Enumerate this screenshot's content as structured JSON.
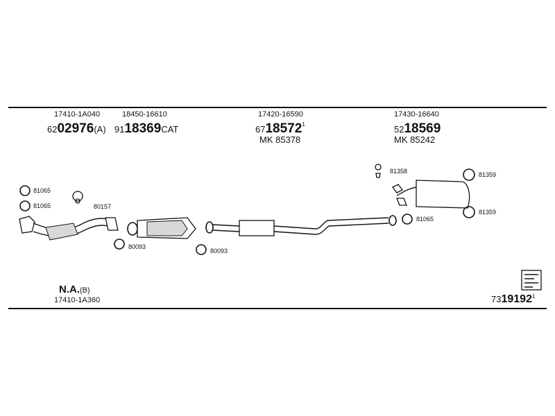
{
  "parts": {
    "manifold_pipe": {
      "oe": "17410-1A040",
      "prefix": "62",
      "num": "02976",
      "suffix": "(A)"
    },
    "catalyst": {
      "oe": "18450-16610",
      "prefix": "91",
      "num": "18369",
      "suffix": "CAT"
    },
    "center_silencer": {
      "oe": "17420-16590",
      "prefix": "67",
      "num": "18572",
      "sup": "1",
      "mk": "MK  85378"
    },
    "rear_silencer": {
      "oe": "17430-16640",
      "prefix": "52",
      "num": "18569",
      "mk": "MK  85242"
    },
    "na_part": {
      "label": "N.A.",
      "suffix": "(B)",
      "oe": "17410-1A360"
    }
  },
  "small_parts": {
    "p81065_a": "81065",
    "p81065_b": "81065",
    "p80157": "80157",
    "p80093_a": "80093",
    "p80093_b": "80093",
    "p81358": "81358",
    "p81359_a": "81359",
    "p81359_b": "81359",
    "p81065_c": "81065"
  },
  "footer_code": {
    "prefix": "73",
    "num": "19192",
    "sup": "1"
  }
}
